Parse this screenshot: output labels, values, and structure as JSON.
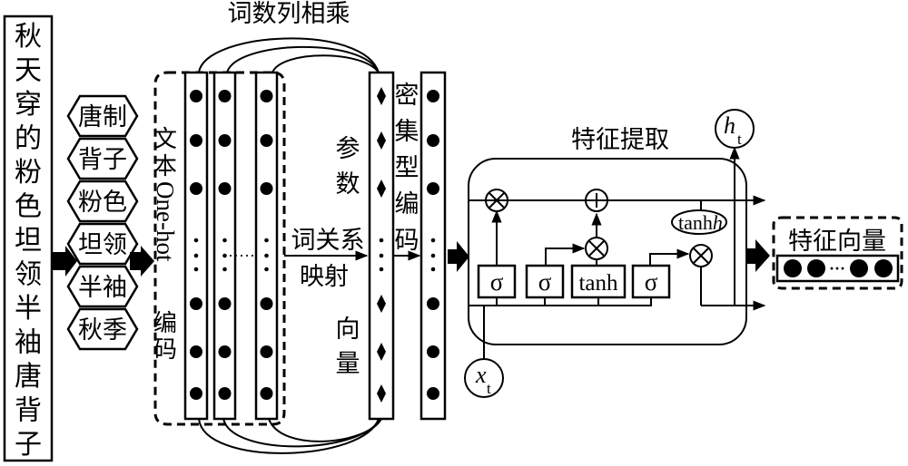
{
  "input_sentence": {
    "chars": [
      "秋",
      "天",
      "穿",
      "的",
      "粉",
      "色",
      "坦",
      "领",
      "半",
      "袖",
      "唐",
      "背",
      "子"
    ]
  },
  "tokens": [
    "唐制",
    "背子",
    "粉色",
    "坦领",
    "半袖",
    "秋季"
  ],
  "onehot_label": {
    "part1": "文本",
    "part2": "One-hot",
    "part3": "编码"
  },
  "top_label": "词数列相乘",
  "param_label": {
    "line1": "参",
    "line2": "数",
    "mapping_line1": "词关系",
    "mapping_line2": "映射",
    "line5": "向",
    "line6": "量"
  },
  "dense_label": [
    "密",
    "集",
    "型",
    "编",
    "码"
  ],
  "feature_extraction": {
    "title": "特征提取",
    "gates": [
      "σ",
      "σ",
      "tanh",
      "σ"
    ],
    "tanh_ellipse": "tanh",
    "tanh_ellipse_italic": "h",
    "multiply_symbol": "×",
    "add_symbol": "+",
    "input_node": {
      "main": "x",
      "sub": "t"
    },
    "output_node": {
      "main": "h",
      "sub": "t"
    }
  },
  "feature_vector": {
    "title": "特征向量",
    "ellipsis": "···"
  },
  "ellipsis_vertical": "⋮",
  "ellipsis_horizontal": "······"
}
